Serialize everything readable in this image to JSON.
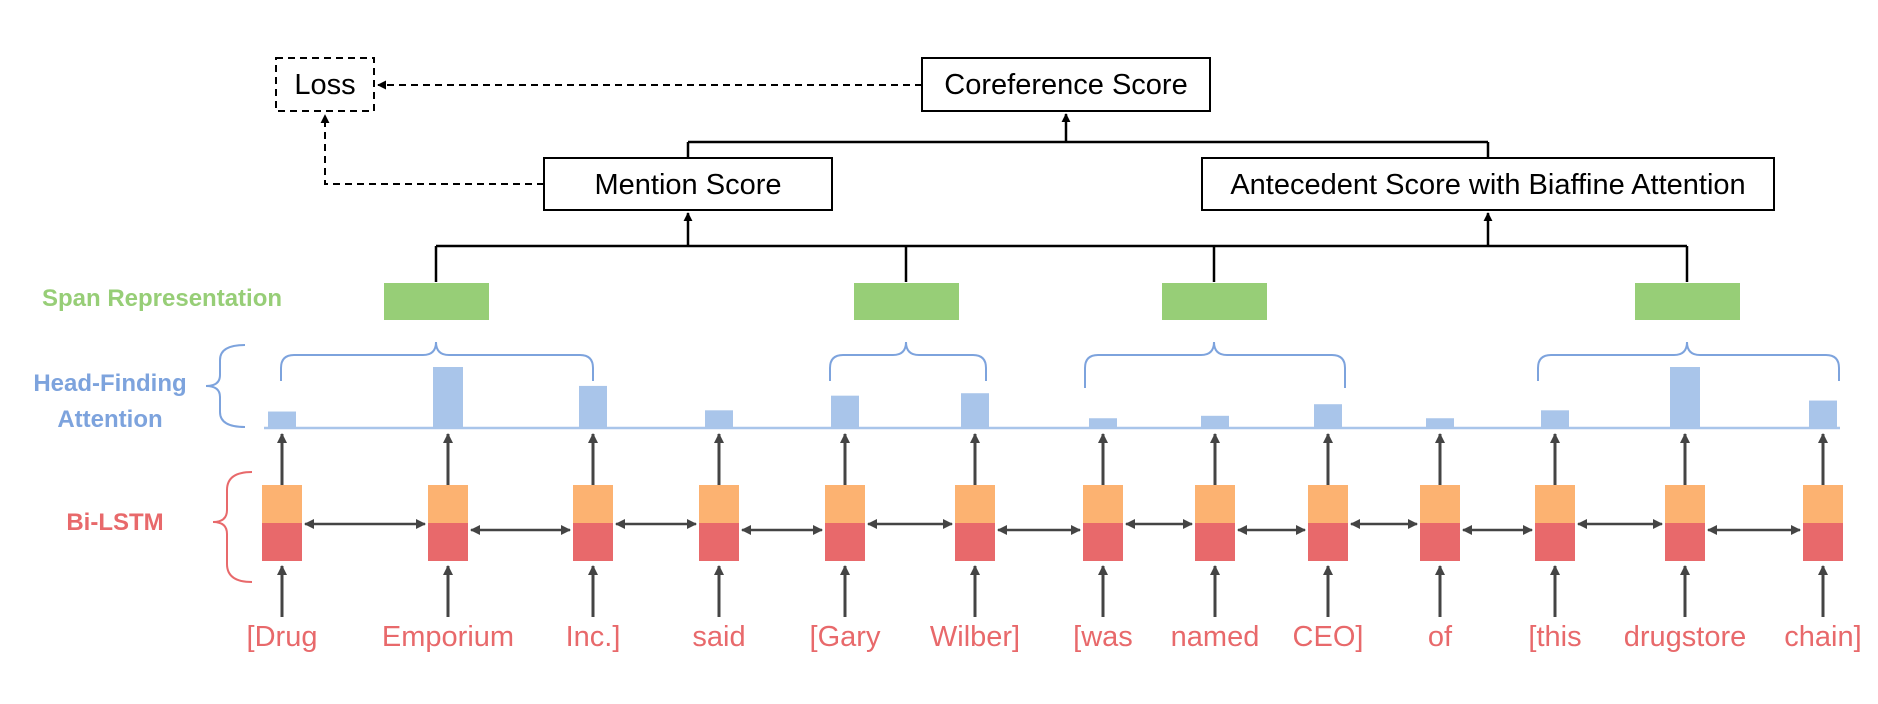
{
  "boxes": {
    "loss": "Loss",
    "coreference": "Coreference Score",
    "mention": "Mention Score",
    "antecedent": "Antecedent Score with Biaffine Attention"
  },
  "labels": {
    "span": "Span Representation",
    "head_line1": "Head-Finding",
    "head_line2": "Attention",
    "bilstm": "Bi-LSTM"
  },
  "tokens": [
    "[Drug",
    "Emporium",
    "Inc.]",
    "said",
    "[Gary",
    "Wilber]",
    "[was",
    "named",
    "CEO]",
    "of",
    "[this",
    "drugstore",
    "chain]"
  ],
  "attention_weights": [
    0.27,
    1.0,
    0.69,
    0.29,
    0.53,
    0.57,
    0.16,
    0.2,
    0.39,
    0.16,
    0.29,
    1.0,
    0.45
  ],
  "colors": {
    "span": "#97CE77",
    "attention": "#A9C5EA",
    "lstm_top": "#FCB271",
    "lstm_bottom": "#E8696B",
    "token": "#E8696B",
    "line": "#000000",
    "arrow": "#444444"
  }
}
